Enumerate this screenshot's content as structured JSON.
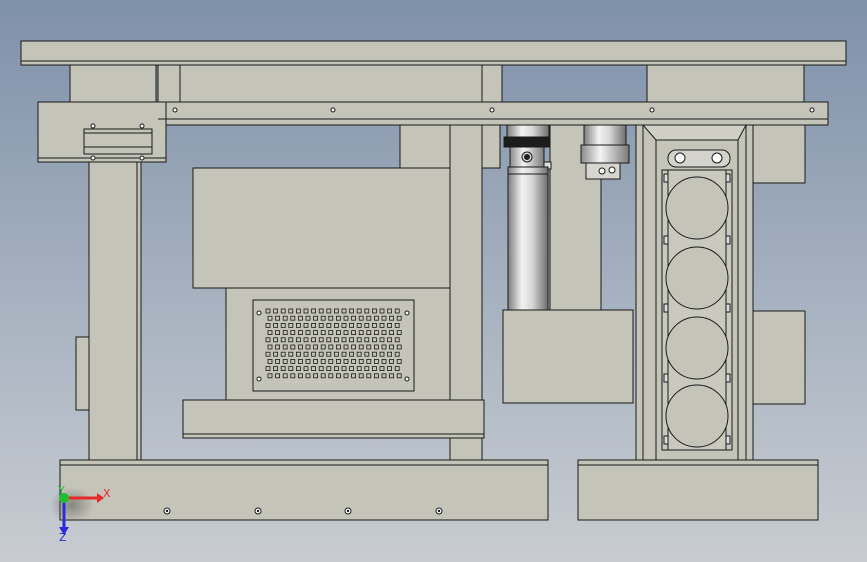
{
  "viewport": {
    "background_top": "#7f90a9",
    "background_bottom": "#c8ccd1",
    "part_fill": "#c4c4b9",
    "edge_color": "#1a1a1a",
    "cylinder_highlight": "#f2f2f2",
    "cylinder_shadow": "#8a8a8a"
  },
  "triad": {
    "x_label": "X",
    "y_label": "Y",
    "z_label": "Z",
    "x_color": "#e8282a",
    "y_color": "#1fbf2f",
    "z_color": "#2a2ad9"
  }
}
